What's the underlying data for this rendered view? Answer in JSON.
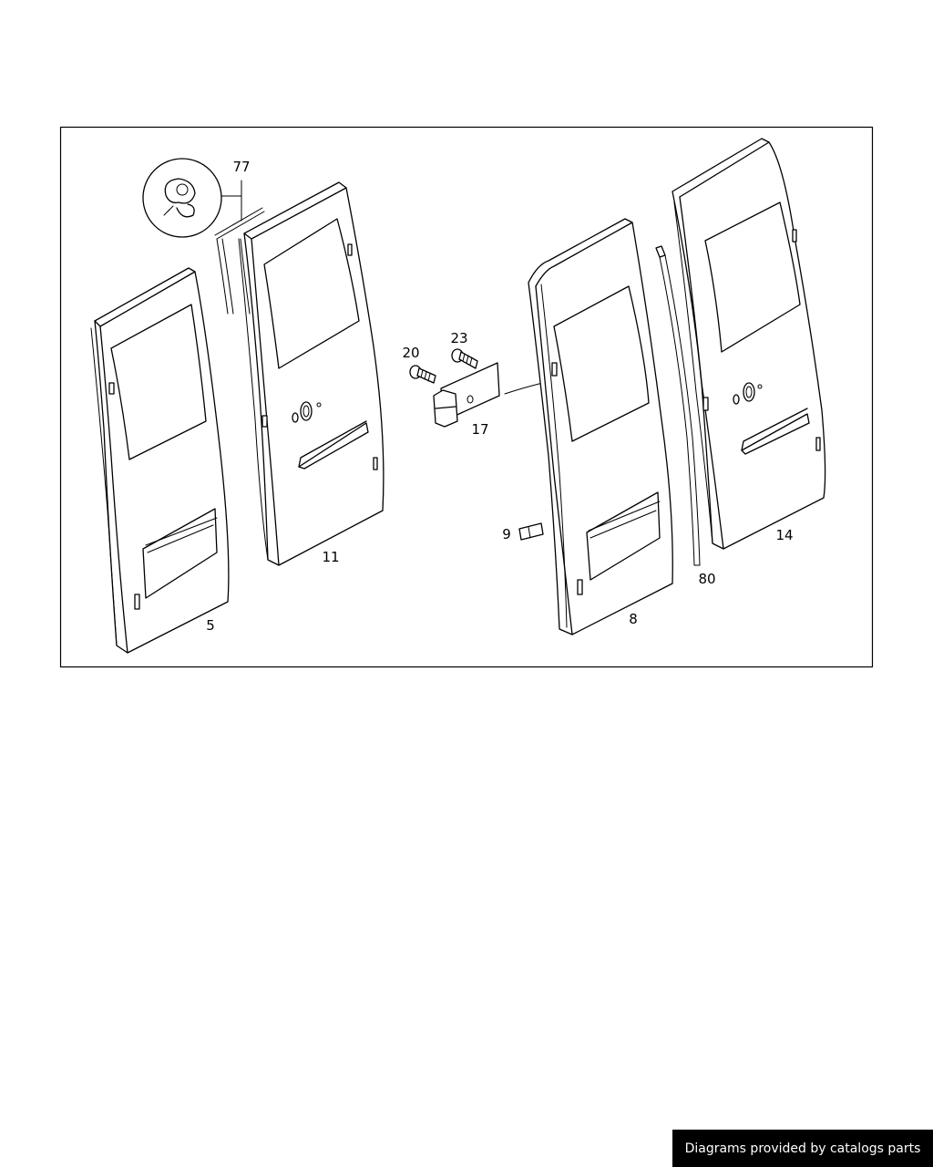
{
  "diagram": {
    "callouts": {
      "c5": "5",
      "c8": "8",
      "c9": "9",
      "c11": "11",
      "c14": "14",
      "c17": "17",
      "c20": "20",
      "c23": "23",
      "c77": "77",
      "c80": "80"
    }
  },
  "footer": {
    "credit": "Diagrams provided by catalogs parts"
  }
}
